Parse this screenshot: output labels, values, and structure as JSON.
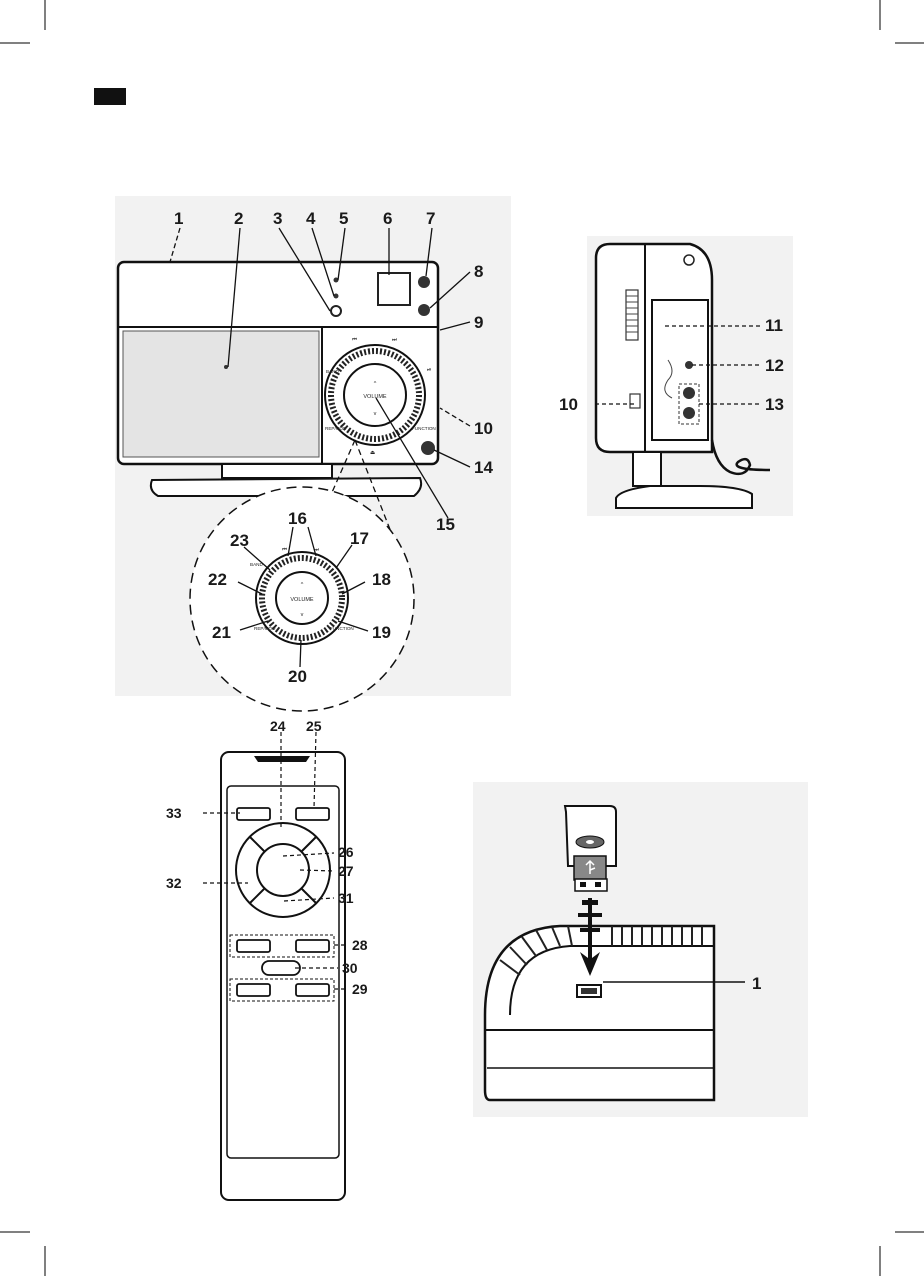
{
  "colors": {
    "ink": "#1a1a1a",
    "panel_bg": "#f2f2f2",
    "device_gray": "#d9d9d9",
    "dark": "#2b2b2b",
    "label_box": "#111111"
  },
  "icons": [
    "usb-drive-icon",
    "usb-symbol-icon",
    "down-arrow-icon",
    "crop-mark-icon"
  ],
  "front_view": {
    "callouts": [
      "1",
      "2",
      "3",
      "4",
      "5",
      "6",
      "7",
      "8",
      "9",
      "10",
      "14",
      "15"
    ],
    "panel_labels": {
      "band": "BAND",
      "rep_mod": "REP/MOD",
      "function": "FUNCTION",
      "volume": "VOLUME",
      "prev": "⏮",
      "next": "⏭",
      "play": "⏯",
      "eject": "⏏"
    }
  },
  "side_view": {
    "callouts": [
      "11",
      "12",
      "10",
      "13"
    ]
  },
  "zoom_view": {
    "callouts": [
      "16",
      "23",
      "17",
      "22",
      "18",
      "21",
      "19",
      "20"
    ],
    "panel_labels": {
      "band": "BAND",
      "rep": "REP/MOD",
      "function": "FUNCTION",
      "volume": "VOLUME",
      "prev": "⏮",
      "next": "⏭"
    }
  },
  "remote_view": {
    "callouts": [
      "24",
      "25",
      "33",
      "26",
      "27",
      "32",
      "31",
      "28",
      "30",
      "29"
    ]
  },
  "usb_view": {
    "callouts": [
      "1"
    ]
  }
}
